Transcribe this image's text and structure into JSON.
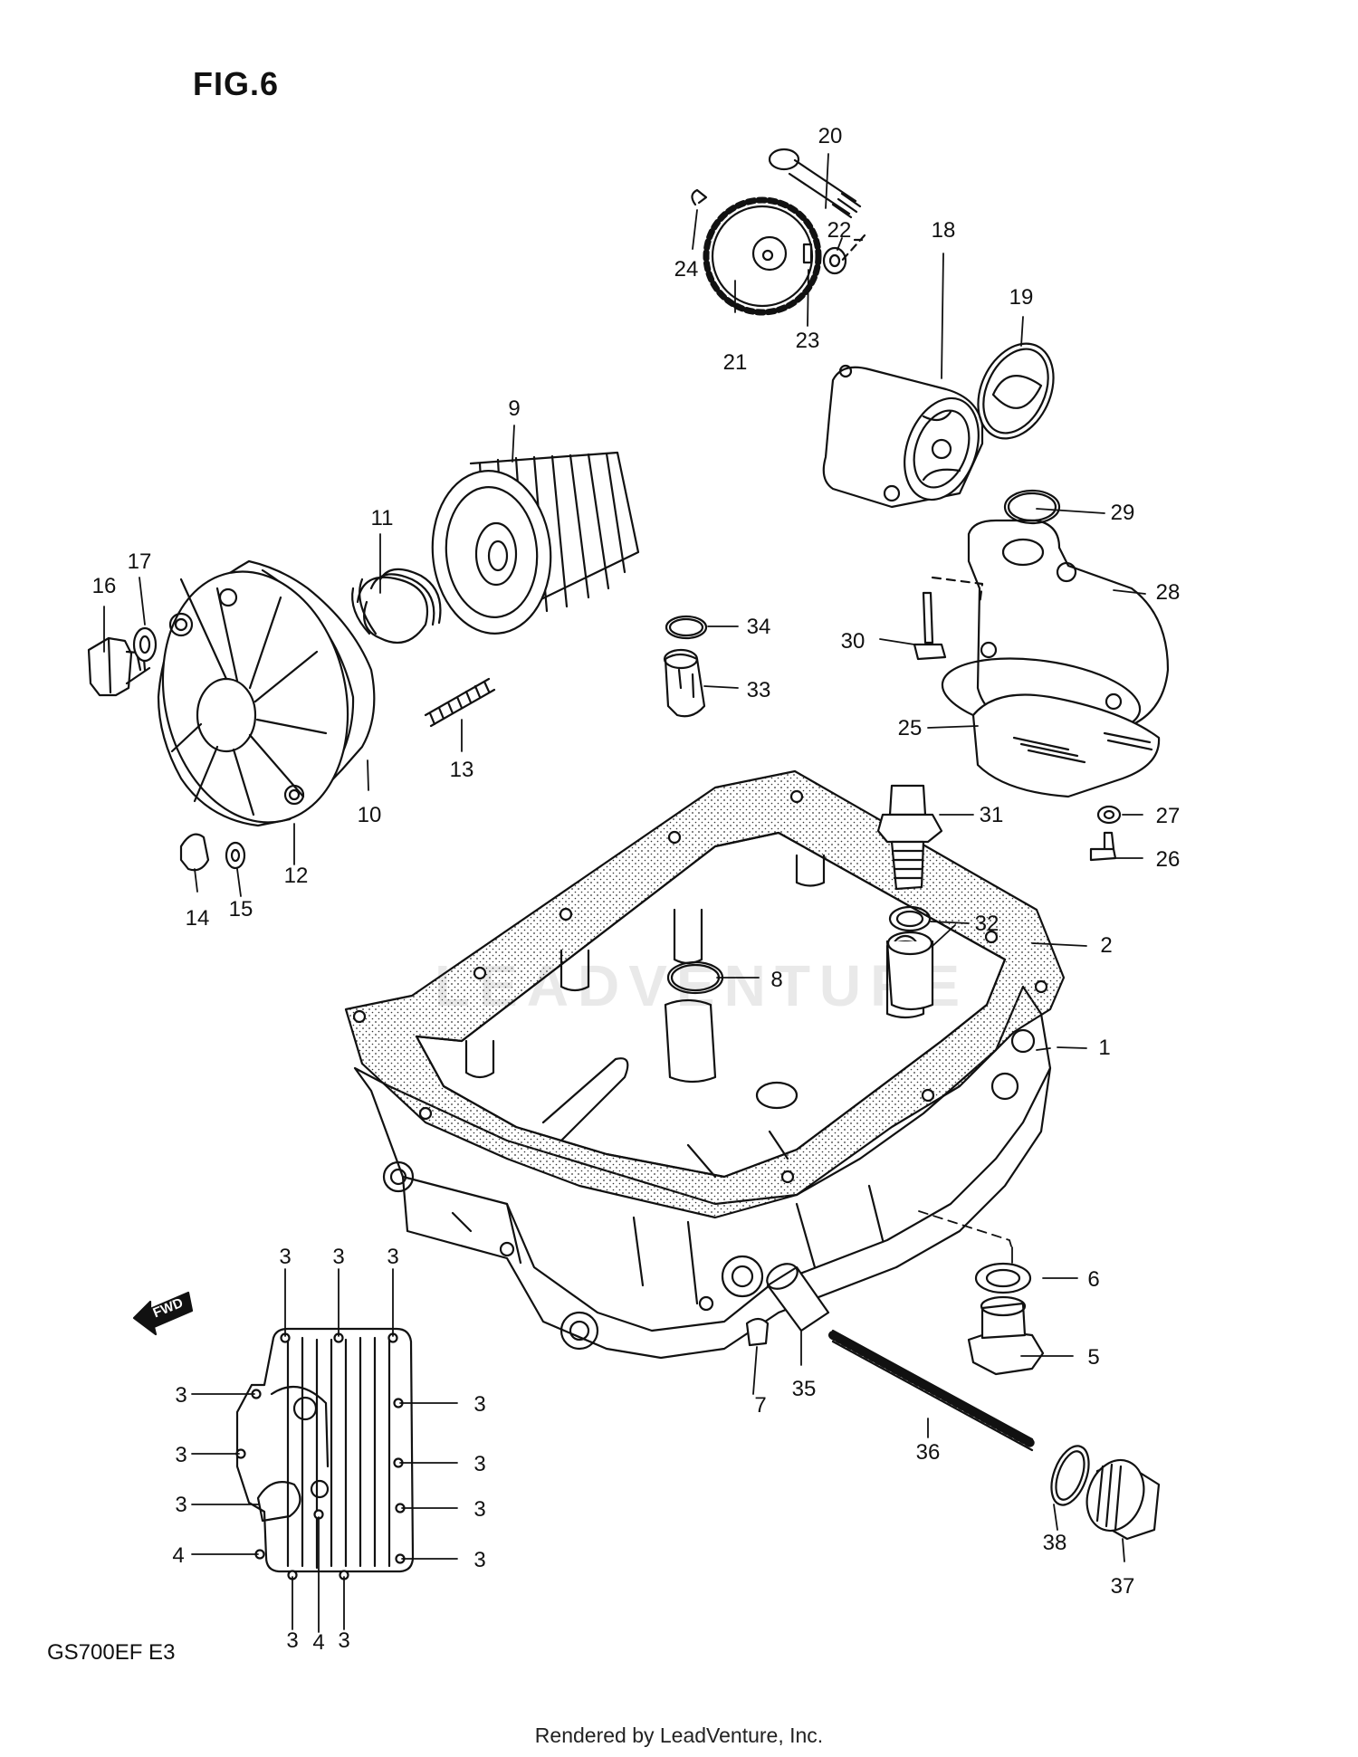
{
  "figure": {
    "title": "FIG.6",
    "model": "GS700EF  E3",
    "credit": "Rendered by LeadVenture, Inc.",
    "watermark": "LEADVENTURE",
    "fwd_label": "FWD"
  },
  "callouts": [
    {
      "id": "1",
      "label": "1"
    },
    {
      "id": "2",
      "label": "2"
    },
    {
      "id": "3a",
      "label": "3"
    },
    {
      "id": "3b",
      "label": "3"
    },
    {
      "id": "3c",
      "label": "3"
    },
    {
      "id": "3d",
      "label": "3"
    },
    {
      "id": "3e",
      "label": "3"
    },
    {
      "id": "3f",
      "label": "3"
    },
    {
      "id": "3g",
      "label": "3"
    },
    {
      "id": "3h",
      "label": "3"
    },
    {
      "id": "3i",
      "label": "3"
    },
    {
      "id": "3j",
      "label": "3"
    },
    {
      "id": "3k",
      "label": "3"
    },
    {
      "id": "3l",
      "label": "3"
    },
    {
      "id": "4a",
      "label": "4"
    },
    {
      "id": "4b",
      "label": "4"
    },
    {
      "id": "5",
      "label": "5"
    },
    {
      "id": "6",
      "label": "6"
    },
    {
      "id": "7",
      "label": "7"
    },
    {
      "id": "8",
      "label": "8"
    },
    {
      "id": "9",
      "label": "9"
    },
    {
      "id": "10",
      "label": "10"
    },
    {
      "id": "11",
      "label": "11"
    },
    {
      "id": "12",
      "label": "12"
    },
    {
      "id": "13",
      "label": "13"
    },
    {
      "id": "14",
      "label": "14"
    },
    {
      "id": "15",
      "label": "15"
    },
    {
      "id": "16",
      "label": "16"
    },
    {
      "id": "17",
      "label": "17"
    },
    {
      "id": "18",
      "label": "18"
    },
    {
      "id": "19",
      "label": "19"
    },
    {
      "id": "20",
      "label": "20"
    },
    {
      "id": "21",
      "label": "21"
    },
    {
      "id": "22",
      "label": "22"
    },
    {
      "id": "23",
      "label": "23"
    },
    {
      "id": "24",
      "label": "24"
    },
    {
      "id": "25",
      "label": "25"
    },
    {
      "id": "26",
      "label": "26"
    },
    {
      "id": "27",
      "label": "27"
    },
    {
      "id": "28",
      "label": "28"
    },
    {
      "id": "29",
      "label": "29"
    },
    {
      "id": "30",
      "label": "30"
    },
    {
      "id": "31",
      "label": "31"
    },
    {
      "id": "32",
      "label": "32"
    },
    {
      "id": "33",
      "label": "33"
    },
    {
      "id": "34",
      "label": "34"
    },
    {
      "id": "35",
      "label": "35"
    },
    {
      "id": "36",
      "label": "36"
    },
    {
      "id": "37",
      "label": "37"
    },
    {
      "id": "38",
      "label": "38"
    }
  ]
}
